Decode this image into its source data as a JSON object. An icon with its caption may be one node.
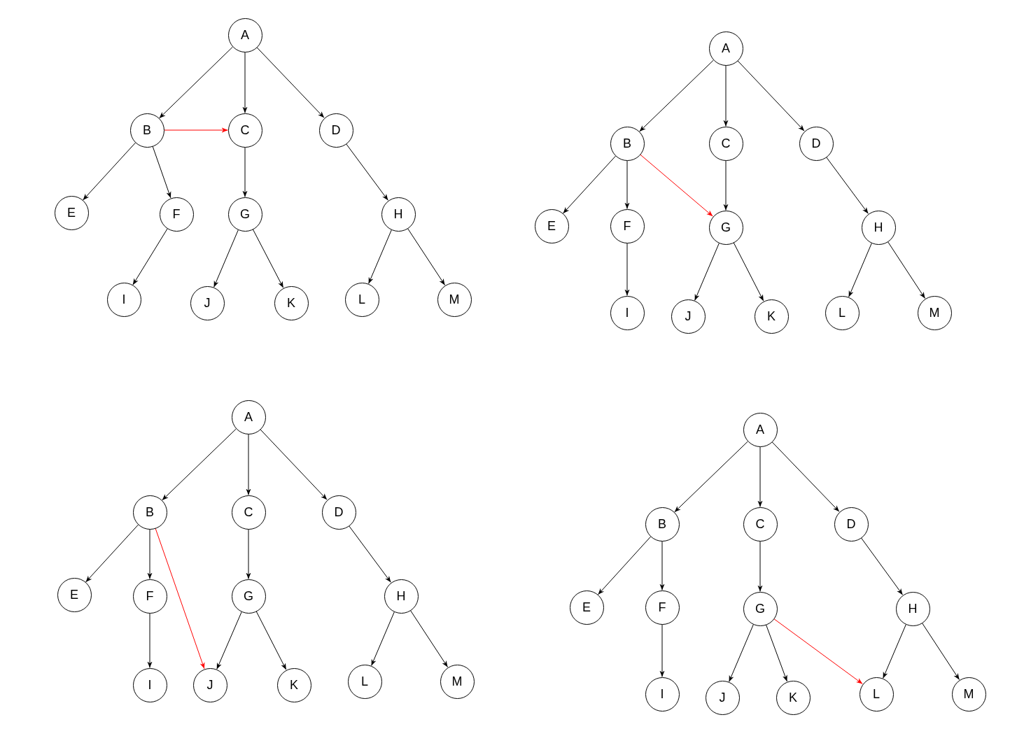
{
  "diagram": {
    "nodes": [
      {
        "text": [
          "A"
        ]
      },
      {
        "text": [
          "B"
        ]
      },
      {
        "text": [
          "C"
        ]
      },
      {
        "text": [
          "D"
        ]
      },
      {
        "text": [
          "E"
        ]
      },
      {
        "text": [
          "F"
        ]
      },
      {
        "text": [
          "G"
        ]
      },
      {
        "text": [
          "H"
        ]
      },
      {
        "text": [
          "I"
        ]
      },
      {
        "text": [
          "J"
        ]
      },
      {
        "text": [
          "K"
        ]
      },
      {
        "text": [
          "L"
        ]
      },
      {
        "text": [
          "M"
        ]
      },
      {
        "text": [
          "A"
        ]
      },
      {
        "text": [
          "B"
        ]
      },
      {
        "text": [
          "C"
        ]
      },
      {
        "text": [
          "D"
        ]
      },
      {
        "text": [
          "E"
        ]
      },
      {
        "text": [
          "F"
        ]
      },
      {
        "text": [
          "G"
        ]
      },
      {
        "text": [
          "H"
        ]
      },
      {
        "text": [
          "I"
        ]
      },
      {
        "text": [
          "J"
        ]
      },
      {
        "text": [
          "K"
        ]
      },
      {
        "text": [
          "L"
        ]
      },
      {
        "text": [
          "M"
        ]
      },
      {
        "text": [
          "A"
        ]
      },
      {
        "text": [
          "B"
        ]
      },
      {
        "text": [
          "C"
        ]
      },
      {
        "text": [
          "D"
        ]
      },
      {
        "text": [
          "E"
        ]
      },
      {
        "text": [
          "F"
        ]
      },
      {
        "text": [
          "G"
        ]
      },
      {
        "text": [
          "H"
        ]
      },
      {
        "text": [
          "I"
        ]
      },
      {
        "text": [
          "J"
        ]
      },
      {
        "text": [
          "K"
        ]
      },
      {
        "text": [
          "L"
        ]
      },
      {
        "text": [
          "M"
        ]
      },
      {
        "text": [
          "A"
        ]
      },
      {
        "text": [
          "B"
        ]
      },
      {
        "text": [
          "C"
        ]
      },
      {
        "text": [
          "D"
        ]
      },
      {
        "text": [
          "E"
        ]
      },
      {
        "text": [
          "F"
        ]
      },
      {
        "text": [
          "G"
        ]
      },
      {
        "text": [
          "H"
        ]
      },
      {
        "text": [
          "I"
        ]
      },
      {
        "text": [
          "J"
        ]
      },
      {
        "text": [
          "K"
        ]
      },
      {
        "text": [
          "L"
        ]
      },
      {
        "text": [
          "M"
        ]
      }
    ],
    "edges": [
      {
        "from": 0,
        "to": 1,
        "arrow": "to"
      },
      {
        "from": 0,
        "to": 2,
        "arrow": "to"
      },
      {
        "from": 0,
        "to": 3,
        "arrow": "to"
      },
      {
        "from": 1,
        "to": 2,
        "arrow": "to",
        "color": "#ff0000"
      },
      {
        "from": 1,
        "to": 4,
        "arrow": "to"
      },
      {
        "from": 1,
        "to": 5,
        "arrow": "to"
      },
      {
        "from": 2,
        "to": 6,
        "arrow": "to"
      },
      {
        "from": 3,
        "to": 7,
        "arrow": "to"
      },
      {
        "from": 5,
        "to": 8,
        "arrow": "to"
      },
      {
        "from": 6,
        "to": 9,
        "arrow": "to"
      },
      {
        "from": 6,
        "to": 10,
        "arrow": "to"
      },
      {
        "from": 7,
        "to": 11,
        "arrow": "to"
      },
      {
        "from": 7,
        "to": 12,
        "arrow": "to"
      },
      {
        "from": 13,
        "to": 14,
        "arrow": "to"
      },
      {
        "from": 13,
        "to": 15,
        "arrow": "to"
      },
      {
        "from": 13,
        "to": 16,
        "arrow": "to"
      },
      {
        "from": 14,
        "to": 17,
        "arrow": "to"
      },
      {
        "from": 14,
        "to": 18,
        "arrow": "to"
      },
      {
        "from": 14,
        "to": 19,
        "arrow": "to",
        "color": "#ff0000"
      },
      {
        "from": 15,
        "to": 19,
        "arrow": "to"
      },
      {
        "from": 16,
        "to": 20,
        "arrow": "to"
      },
      {
        "from": 18,
        "to": 21,
        "arrow": "to"
      },
      {
        "from": 19,
        "to": 22,
        "arrow": "to"
      },
      {
        "from": 19,
        "to": 23,
        "arrow": "to"
      },
      {
        "from": 20,
        "to": 24,
        "arrow": "to"
      },
      {
        "from": 20,
        "to": 25,
        "arrow": "to"
      },
      {
        "from": 26,
        "to": 27,
        "arrow": "to"
      },
      {
        "from": 26,
        "to": 28,
        "arrow": "to"
      },
      {
        "from": 26,
        "to": 29,
        "arrow": "to"
      },
      {
        "from": 27,
        "to": 30,
        "arrow": "to"
      },
      {
        "from": 27,
        "to": 31,
        "arrow": "to"
      },
      {
        "from": 27,
        "to": 35,
        "arrow": "to",
        "color": "#ff0000"
      },
      {
        "from": 28,
        "to": 32,
        "arrow": "to"
      },
      {
        "from": 29,
        "to": 33,
        "arrow": "to"
      },
      {
        "from": 31,
        "to": 34,
        "arrow": "to"
      },
      {
        "from": 32,
        "to": 35,
        "arrow": "to"
      },
      {
        "from": 32,
        "to": 36,
        "arrow": "to"
      },
      {
        "from": 33,
        "to": 37,
        "arrow": "to"
      },
      {
        "from": 33,
        "to": 38,
        "arrow": "to"
      },
      {
        "from": 39,
        "to": 40,
        "arrow": "to"
      },
      {
        "from": 39,
        "to": 41,
        "arrow": "to"
      },
      {
        "from": 39,
        "to": 42,
        "arrow": "to"
      },
      {
        "from": 40,
        "to": 43,
        "arrow": "to"
      },
      {
        "from": 40,
        "to": 44,
        "arrow": "to"
      },
      {
        "from": 41,
        "to": 45,
        "arrow": "to"
      },
      {
        "from": 42,
        "to": 46,
        "arrow": "to"
      },
      {
        "from": 44,
        "to": 47,
        "arrow": "to"
      },
      {
        "from": 45,
        "to": 48,
        "arrow": "to"
      },
      {
        "from": 45,
        "to": 49,
        "arrow": "to"
      },
      {
        "from": 45,
        "to": 50,
        "arrow": "to",
        "color": "#ff0000"
      },
      {
        "from": 46,
        "to": 50,
        "arrow": "to"
      },
      {
        "from": 46,
        "to": 51,
        "arrow": "to"
      }
    ]
  }
}
